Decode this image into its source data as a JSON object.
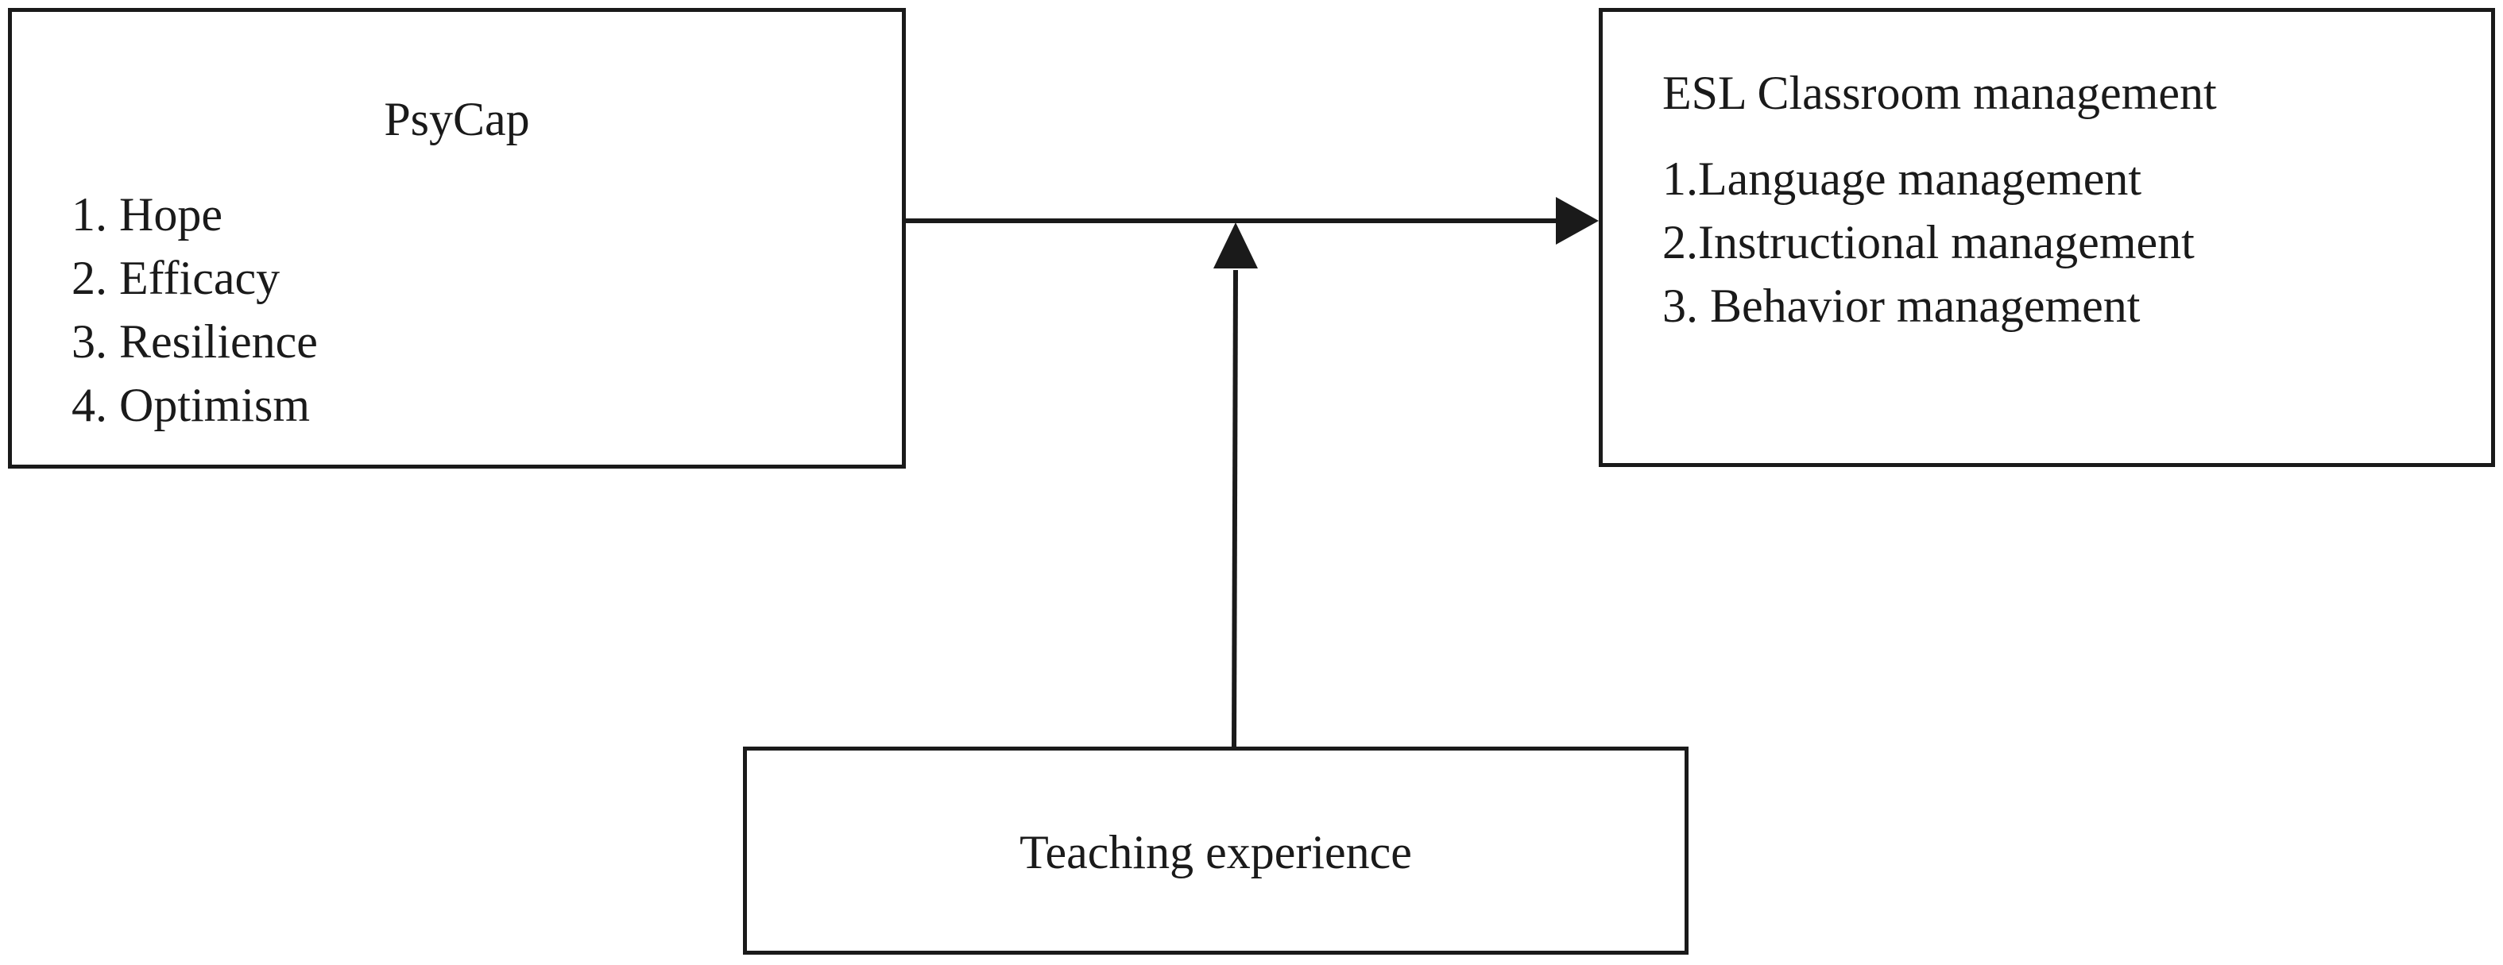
{
  "psycap": {
    "title": "PsyCap",
    "items": [
      "1. Hope",
      "2. Efficacy",
      "3. Resilience",
      "4. Optimism"
    ]
  },
  "esl": {
    "title": "ESL Classroom management",
    "items": [
      "1.Language management",
      "2.Instructional management",
      "3. Behavior management"
    ]
  },
  "moderator": {
    "label": "Teaching experience"
  },
  "colors": {
    "line": "#1a1a1a",
    "background": "#ffffff"
  }
}
